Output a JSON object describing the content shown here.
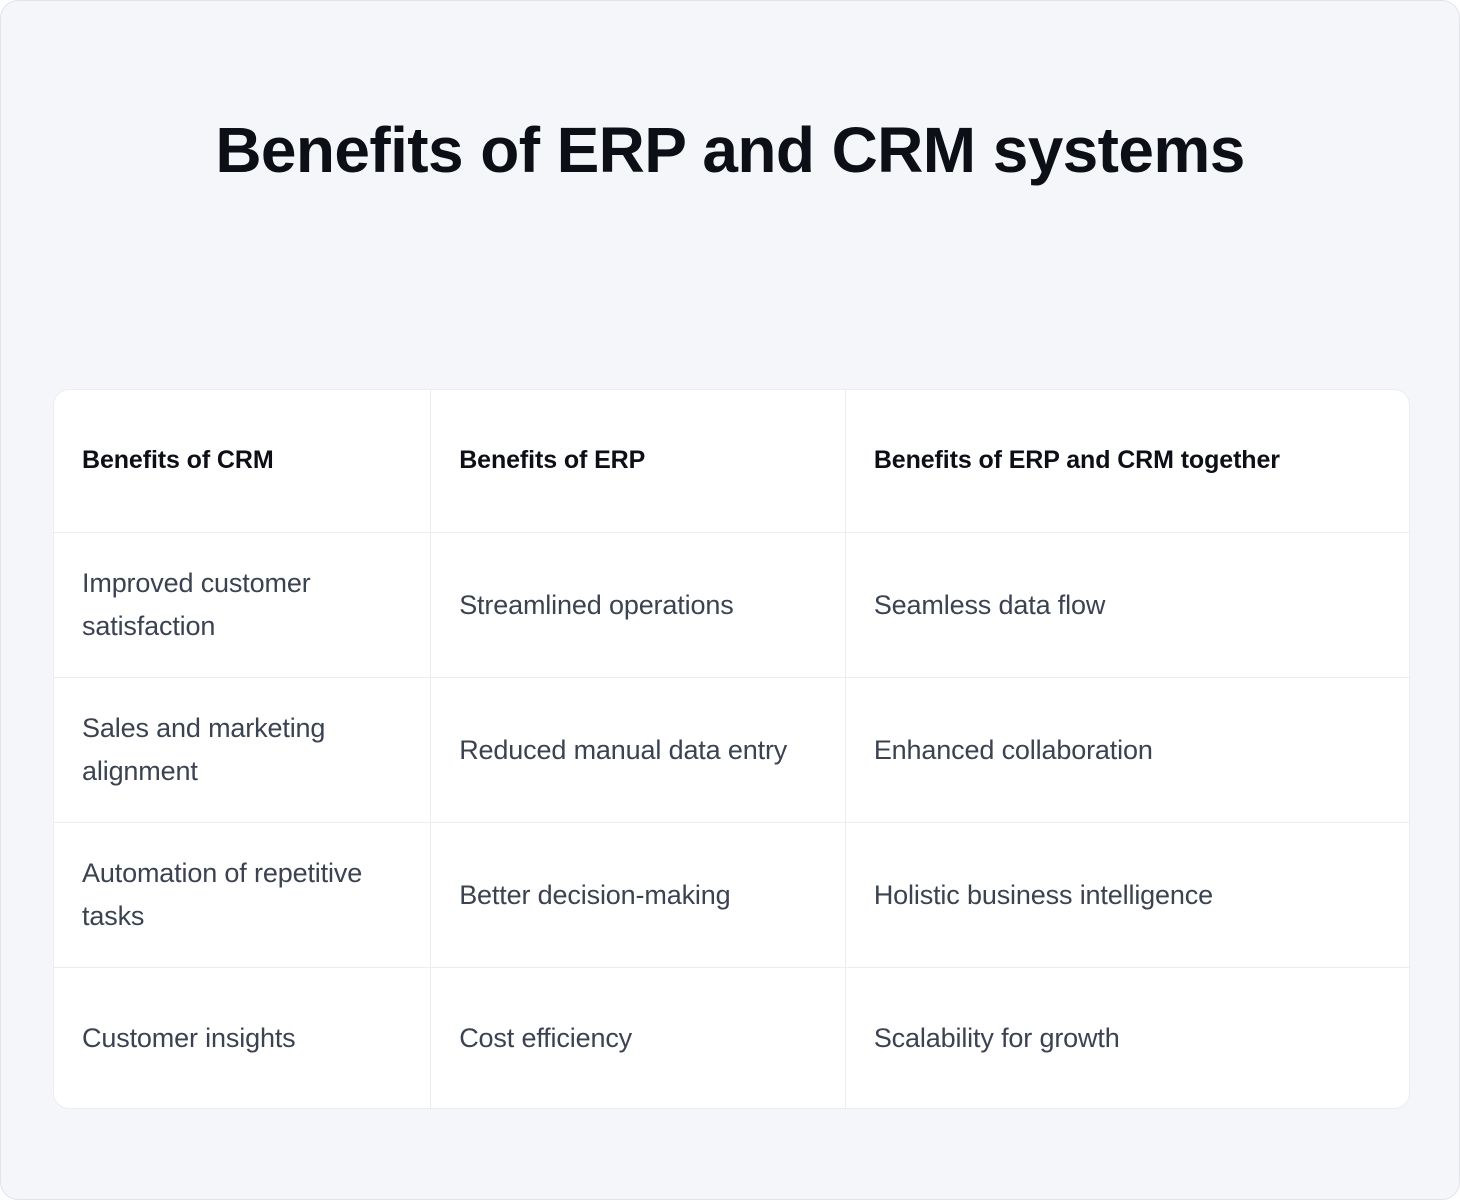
{
  "page": {
    "background_color": "#f5f6fa",
    "card_background_color": "#ffffff",
    "border_color": "#ececf1",
    "title_color": "#0d0f16",
    "body_text_color": "#3b4250"
  },
  "title": "Benefits of ERP and CRM systems",
  "table": {
    "headers": [
      "Benefits of CRM",
      "Benefits of ERP",
      "Benefits of ERP and CRM together"
    ],
    "rows": [
      {
        "crm": "Improved customer satisfaction",
        "erp": "Streamlined operations",
        "both": "Seamless data flow"
      },
      {
        "crm": "Sales and marketing alignment",
        "erp": "Reduced manual data entry",
        "both": "Enhanced collaboration"
      },
      {
        "crm": "Automation of repetitive tasks",
        "erp": "Better decision-making",
        "both": "Holistic business intelligence"
      },
      {
        "crm": "Customer insights",
        "erp": "Cost efficiency",
        "both": "Scalability for growth"
      }
    ]
  }
}
